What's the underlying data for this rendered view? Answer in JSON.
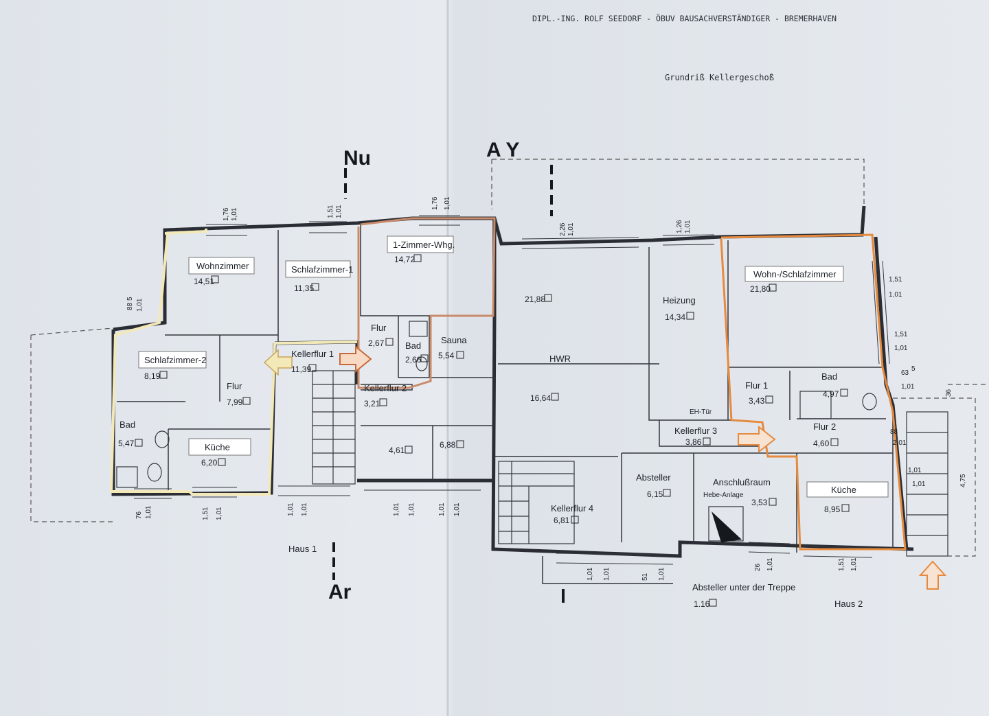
{
  "header": {
    "firm": "DIPL.-ING. ROLF SEEDORF - ÖBUV BAUSACHVERSTÄNDIGER - BREMERHAVEN",
    "title": "Grundriß Kellergeschoß"
  },
  "section_marks": {
    "top_left": "Nu",
    "top_right": "A Y",
    "bottom": "Ar"
  },
  "rooms": {
    "wohnzimmer": {
      "name": "Wohnzimmer",
      "area": "14,51"
    },
    "schlafzimmer1": {
      "name": "Schlafzimmer-1",
      "area": "11,35"
    },
    "zimmer_whg": {
      "name": "1-Zimmer-Whg.",
      "area": "14,72"
    },
    "schlafzimmer2": {
      "name": "Schlafzimmer-2",
      "area": "8,19"
    },
    "flur_left": {
      "name": "Flur",
      "area": "7,99"
    },
    "bad_left": {
      "name": "Bad",
      "area": "5,47"
    },
    "kueche_left": {
      "name": "Küche",
      "area": "6,20"
    },
    "kellerflur1": {
      "name": "Kellerflur 1",
      "area": "11,39"
    },
    "flur_small": {
      "name": "Flur",
      "area": "2,67"
    },
    "bad_small": {
      "name": "Bad",
      "area": "2,66"
    },
    "sauna": {
      "name": "Sauna",
      "area": "5,54"
    },
    "kellerflur2": {
      "name": "Kellerflur 2",
      "area": "3,21"
    },
    "room_461": {
      "area": "4,61"
    },
    "room_688": {
      "area": "6,88"
    },
    "room_2188": {
      "area": "21,88"
    },
    "hwr": {
      "name": "HWR",
      "area": "16,64"
    },
    "heizung": {
      "name": "Heizung",
      "area": "14,34"
    },
    "eh_tuer": {
      "name": "EH-Tür"
    },
    "kellerflur3": {
      "name": "Kellerflur 3",
      "area": "3,86"
    },
    "kellerflur4": {
      "name": "Kellerflur 4",
      "area": "6,81"
    },
    "absteller": {
      "name": "Absteller",
      "area": "6,15"
    },
    "anschlussraum": {
      "name": "Anschlußraum",
      "area": "3,53"
    },
    "hebe": {
      "name": "Hebe-Anlage"
    },
    "wohn_schlaf": {
      "name": "Wohn-/Schlafzimmer",
      "area": "21,80"
    },
    "flur1": {
      "name": "Flur 1",
      "area": "3,43"
    },
    "bad_right": {
      "name": "Bad",
      "area": "4,97"
    },
    "flur2": {
      "name": "Flur 2",
      "area": "4,60"
    },
    "kueche_right": {
      "name": "Küche",
      "area": "8,95"
    },
    "absteller_treppe": {
      "name": "Absteller unter der Treppe",
      "area": "1.16"
    }
  },
  "houses": {
    "haus1": "Haus 1",
    "haus2": "Haus 2"
  },
  "dimensions": {
    "d1": [
      "1,76",
      "1,01"
    ],
    "d2": [
      "1,51",
      "1,01"
    ],
    "d3": [
      "1,76",
      "1,01"
    ],
    "d4": [
      "2,26",
      "1,01"
    ],
    "d5": [
      "1,26",
      "1,01"
    ],
    "d6": [
      "88",
      "5",
      "1,01"
    ],
    "r1": [
      "1,51",
      "1,01"
    ],
    "r2": [
      "1,51",
      "1,01"
    ],
    "r3": [
      "63",
      "5",
      "1,01"
    ],
    "r4": [
      "88",
      "2,01"
    ],
    "r5": [
      "1,01",
      "1,01"
    ],
    "r6": "36",
    "r7": "4,75",
    "b1": [
      "76",
      "1,01"
    ],
    "b2": [
      "1,51",
      "1,01"
    ],
    "b3": [
      "1,01",
      "1,01"
    ],
    "b4": [
      "1,01",
      "1,01"
    ],
    "b5": [
      "1,01",
      "1,01"
    ],
    "b6": [
      "1,01",
      "1,01"
    ],
    "b7": [
      "51",
      "1,01"
    ],
    "b8": [
      "26",
      "1,01"
    ],
    "b9": [
      "1,51",
      "1,01"
    ]
  },
  "colors": {
    "highlight_yellow": "#f3e9b8",
    "highlight_orange": "#e58a3e",
    "highlight_brown": "#c98b6a"
  }
}
